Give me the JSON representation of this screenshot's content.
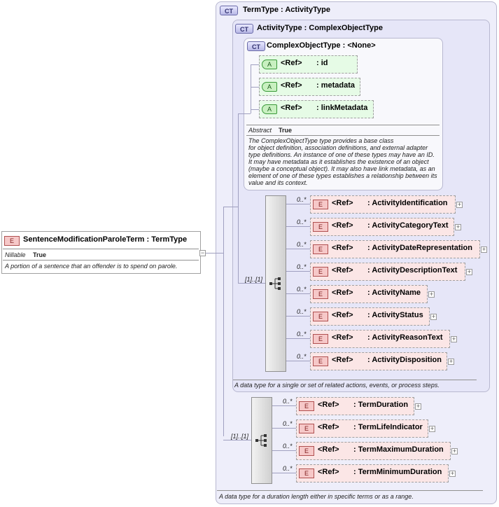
{
  "root": {
    "badge": "E",
    "name": "SentenceModificationParoleTerm",
    "type": "TermType",
    "prop_key": "Nillable",
    "prop_val": "True",
    "description": "A portion of a sentence that an offender is to spend on parole.",
    "collapse": "−"
  },
  "term_type": {
    "badge": "CT",
    "title": "TermType",
    "base": "ActivityType",
    "seq_card": "[1]..[1]",
    "description": "A data type for a duration length either in specific terms or as a range.",
    "elements": [
      {
        "card": "0..*",
        "ref": "<Ref>",
        "name": "TermDuration"
      },
      {
        "card": "0..*",
        "ref": "<Ref>",
        "name": "TermLifeIndicator"
      },
      {
        "card": "0..*",
        "ref": "<Ref>",
        "name": "TermMaximumDuration"
      },
      {
        "card": "0..*",
        "ref": "<Ref>",
        "name": "TermMinimumDuration"
      }
    ]
  },
  "activity_type": {
    "badge": "CT",
    "title": "ActivityType",
    "base": "ComplexObjectType",
    "seq_card": "[1]..[1]",
    "description": "A data type for a single or set of related actions, events, or process steps.",
    "elements": [
      {
        "card": "0..*",
        "ref": "<Ref>",
        "name": "ActivityIdentification"
      },
      {
        "card": "0..*",
        "ref": "<Ref>",
        "name": "ActivityCategoryText"
      },
      {
        "card": "0..*",
        "ref": "<Ref>",
        "name": "ActivityDateRepresentation"
      },
      {
        "card": "0..*",
        "ref": "<Ref>",
        "name": "ActivityDescriptionText"
      },
      {
        "card": "0..*",
        "ref": "<Ref>",
        "name": "ActivityName"
      },
      {
        "card": "0..*",
        "ref": "<Ref>",
        "name": "ActivityStatus"
      },
      {
        "card": "0..*",
        "ref": "<Ref>",
        "name": "ActivityReasonText"
      },
      {
        "card": "0..*",
        "ref": "<Ref>",
        "name": "ActivityDisposition"
      }
    ]
  },
  "complex_object_type": {
    "badge": "CT",
    "title": "ComplexObjectType",
    "base": "<None>",
    "prop_key": "Abstract",
    "prop_val": "True",
    "attributes": [
      {
        "badge": "A",
        "ref": "<Ref>",
        "name": "id"
      },
      {
        "badge": "A",
        "ref": "<Ref>",
        "name": "metadata"
      },
      {
        "badge": "A",
        "ref": "<Ref>",
        "name": "linkMetadata"
      }
    ],
    "description_lines": [
      "The ComplexObjectType type provides a base class",
      "for object definition, association definitions, and external adapter",
      "type definitions. An instance of one of these types may have an ID.",
      "It may have metadata as it establishes the existence of an object",
      "(maybe a conceptual object). It may also have link metadata, as an",
      "element of one of these types establishes a relationship between its",
      "value and its context."
    ]
  },
  "element_badge": "E",
  "plus_sign": "+",
  "separator": ":"
}
